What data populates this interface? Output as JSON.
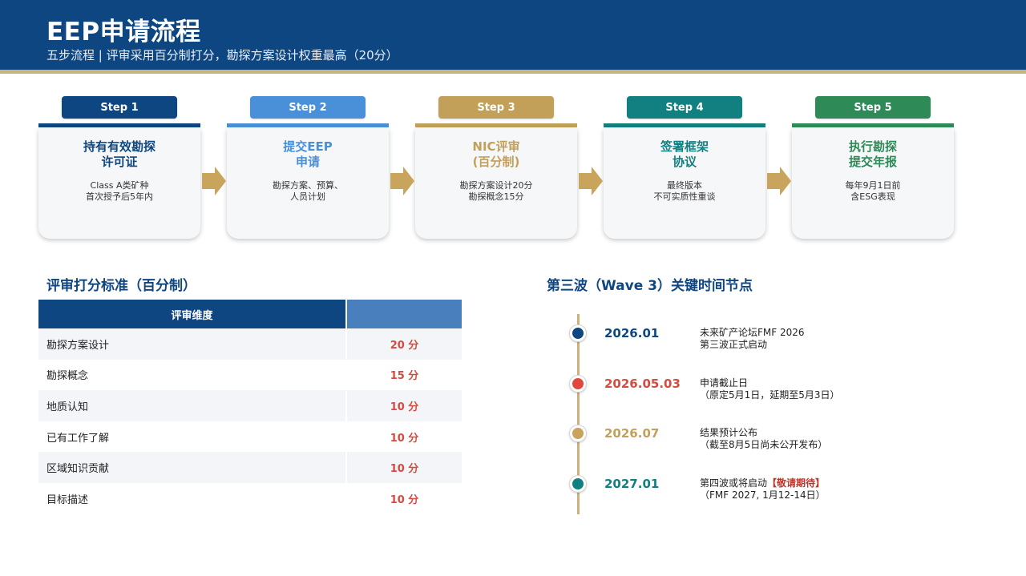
{
  "header": {
    "title": "EEP申请流程",
    "subtitle": "五步流程 | 评审采用百分制打分，勘探方案设计权重最高（20分）"
  },
  "steps": [
    {
      "label": "Step 1",
      "title_line1": "持有有效勘探",
      "title_line2": "许可证",
      "desc_line1": "Class A类矿种",
      "desc_line2": "首次授予后5年内",
      "color": "#0e4682"
    },
    {
      "label": "Step 2",
      "title_line1": "提交EEP",
      "title_line2": "申请",
      "desc_line1": "勘探方案、预算、",
      "desc_line2": "人员计划",
      "color": "#4a90d9"
    },
    {
      "label": "Step 3",
      "title_line1": "NIC评审",
      "title_line2": "(百分制)",
      "desc_line1": "勘探方案设计20分",
      "desc_line2": "勘探概念15分",
      "color": "#c2a05a"
    },
    {
      "label": "Step 4",
      "title_line1": "签署框架",
      "title_line2": "协议",
      "desc_line1": "最终版本",
      "desc_line2": "不可实质性重谈",
      "color": "#127f80"
    },
    {
      "label": "Step 5",
      "title_line1": "执行勘探",
      "title_line2": "提交年报",
      "desc_line1": "每年9月1日前",
      "desc_line2": "含ESG表现",
      "color": "#2e8b57"
    }
  ],
  "scoring": {
    "title": "评审打分标准（百分制）",
    "header": "评审维度",
    "header2": "",
    "rows": [
      {
        "name": "勘探方案设计",
        "score": "20 分"
      },
      {
        "name": "勘探概念",
        "score": "15 分"
      },
      {
        "name": "地质认知",
        "score": "10 分"
      },
      {
        "name": "已有工作了解",
        "score": "10 分"
      },
      {
        "name": "区域知识贡献",
        "score": "10 分"
      },
      {
        "name": "目标描述",
        "score": "10 分"
      }
    ]
  },
  "timeline": {
    "title": "第三波（Wave 3）关键时间节点",
    "events": [
      {
        "date": "2026.01",
        "line1": "未来矿产论坛FMF 2026",
        "line2": "第三波正式启动",
        "color": "#0e4682"
      },
      {
        "date": "2026.05.03",
        "line1": "申请截止日",
        "line2": "（原定5月1日，延期至5月3日）",
        "color": "#e0483d"
      },
      {
        "date": "2026.07",
        "line1": "结果预计公布",
        "line2": "（截至8月5日尚未公开发布）",
        "color": "#c9a45c"
      },
      {
        "date": "2027.01",
        "line1": "第四波或将启动",
        "highlight": "【敬请期待】",
        "line2": "（FMF 2027, 1月12-14日）",
        "color": "#127f80"
      }
    ]
  },
  "colors": {
    "header_bg": "#0e4682",
    "gold_rule": "#c9b27c",
    "score_red": "#d64a3f",
    "arrow": "#c9a45c"
  }
}
